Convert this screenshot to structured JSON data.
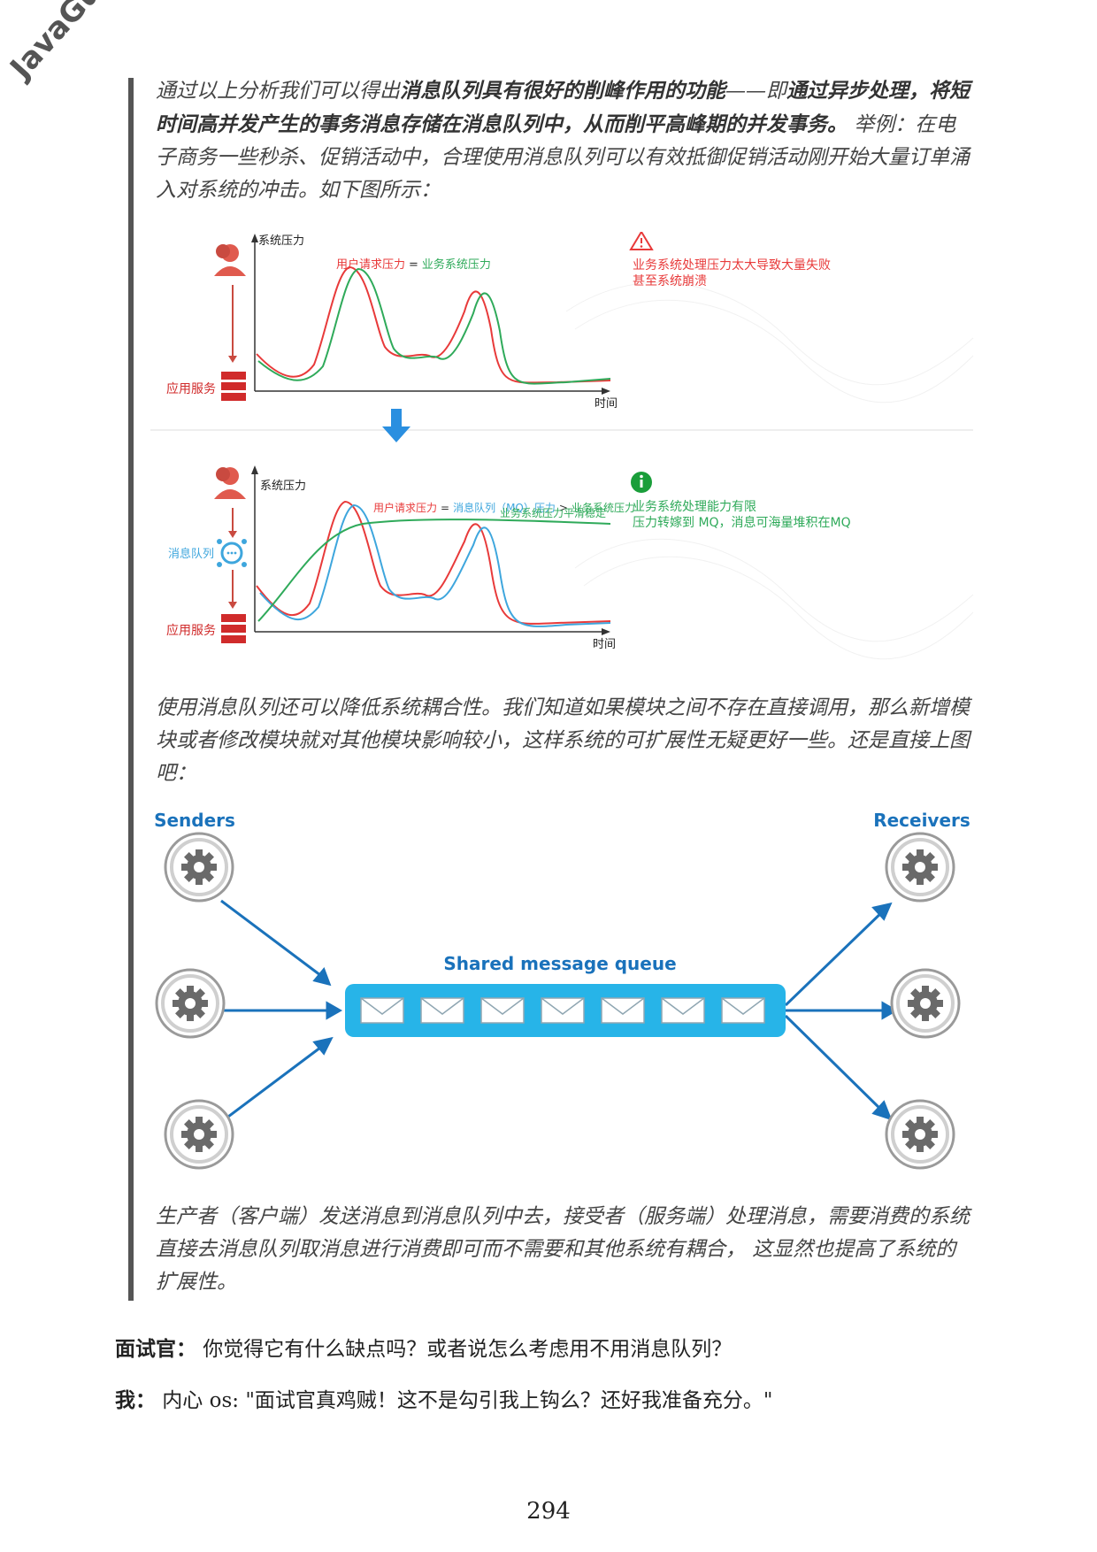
{
  "watermark": "JavaGuide",
  "para1": {
    "t1": "通过以上分析我们可以得出",
    "b1": "消息队列具有很好的削峰作用的功能",
    "t2": "——即",
    "b2": "通过异步处理，将短时间高并发产生的事务消息存储在消息队列中，从而削平高峰期的并发事务。",
    "t3": " 举例：在电子商务一些秒杀、促销活动中，合理使用消息队列可以有效抵御促销活动刚开始大量订单涌入对系统的冲击。如下图所示："
  },
  "fig1": {
    "top": {
      "ylabel": "系统压力",
      "xlabel": "时间",
      "legend_a": "用户请求压力",
      "legend_eq": "=",
      "legend_b": "业务系统压力",
      "server_label": "应用服务",
      "warn_line1": "业务系统处理压力太大导致大量失败",
      "warn_line2": "甚至系统崩溃"
    },
    "bottom": {
      "ylabel": "系统压力",
      "xlabel": "时间",
      "legend_a": "用户请求压力",
      "legend_eq": "=",
      "legend_b": "消息队列（MQ）压力",
      "legend_gt": ">",
      "legend_c": "业务系统压力",
      "mq_label": "消息队列",
      "server_label": "应用服务",
      "smooth_label": "业务系统压力平滑稳定",
      "info_line1": "业务系统处理能力有限",
      "info_line2": "压力转嫁到 MQ，消息可海量堆积在MQ"
    },
    "colors": {
      "red": "#e83a3a",
      "green": "#2faa5a",
      "blue": "#3ea6dd",
      "arrow": "#2a8fe0"
    }
  },
  "para2": "使用消息队列还可以降低系统耦合性。我们知道如果模块之间不存在直接调用，那么新增模块或者修改模块就对其他模块影响较小，这样系统的可扩展性无疑更好一些。还是直接上图吧：",
  "fig2": {
    "senders": "Senders",
    "receivers": "Receivers",
    "queue_label": "Shared message queue",
    "colors": {
      "accent": "#1a72bb",
      "queue": "#27b4e8"
    }
  },
  "para3": "生产者（客户端）发送消息到消息队列中去，接受者（服务端）处理消息，需要消费的系统直接去消息队列取消息进行消费即可而不需要和其他系统有耦合， 这显然也提高了系统的扩展性。",
  "dialog1": {
    "speaker": "面试官：",
    "text": " 你觉得它有什么缺点吗？或者说怎么考虑用不用消息队列？"
  },
  "dialog2": {
    "speaker": "我：",
    "text": " 内心 os: \"面试官真鸡贼！这不是勾引我上钩么？还好我准备充分。\""
  },
  "page_number": "294"
}
